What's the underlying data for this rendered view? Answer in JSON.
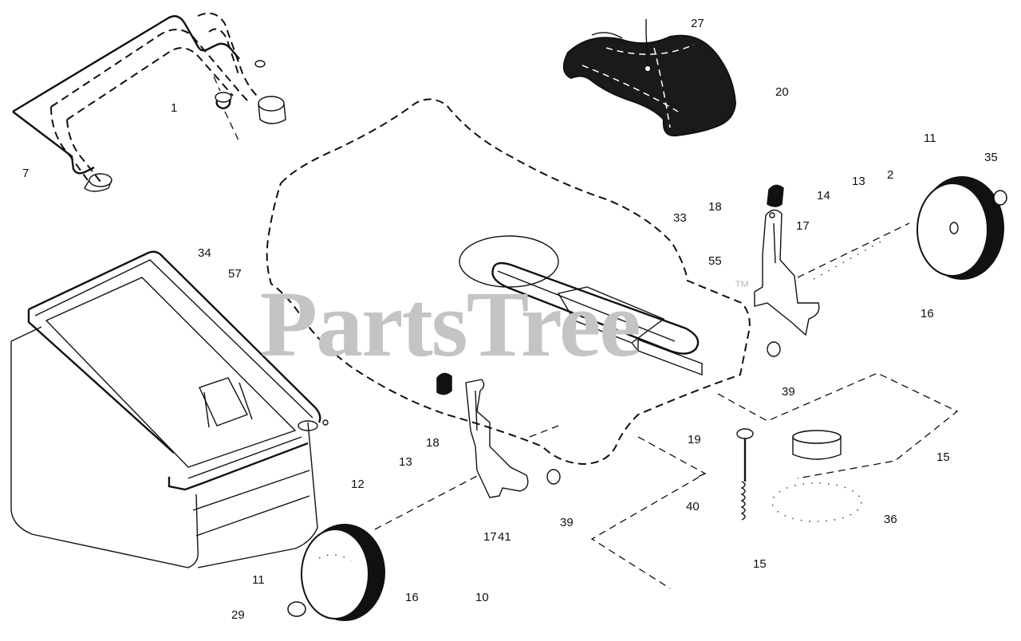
{
  "watermark": {
    "brand": "PartsTree",
    "trademark": "™"
  },
  "labels": {
    "handle_7": "7",
    "handle_1": "1",
    "cover_27": "27",
    "cover_20": "20",
    "deck_33": "33",
    "deck_18_top": "18",
    "deck_55": "55",
    "bag_34": "34",
    "bag_57": "57",
    "wheel_11_top": "11",
    "wheel_35": "35",
    "wheel_2": "2",
    "wheel_13_top": "13",
    "wheel_14": "14",
    "wheel_17_top": "17",
    "wheel_16_top": "16",
    "deck_39_top": "39",
    "blade_19": "19",
    "blade_15_right": "15",
    "blade_40": "40",
    "blade_36": "36",
    "blade_15_bottom": "15",
    "front_18": "18",
    "front_13": "13",
    "front_12": "12",
    "front_17": "17",
    "front_41": "41",
    "front_39": "39",
    "front_11": "11",
    "front_16": "16",
    "front_10": "10",
    "front_29": "29"
  }
}
